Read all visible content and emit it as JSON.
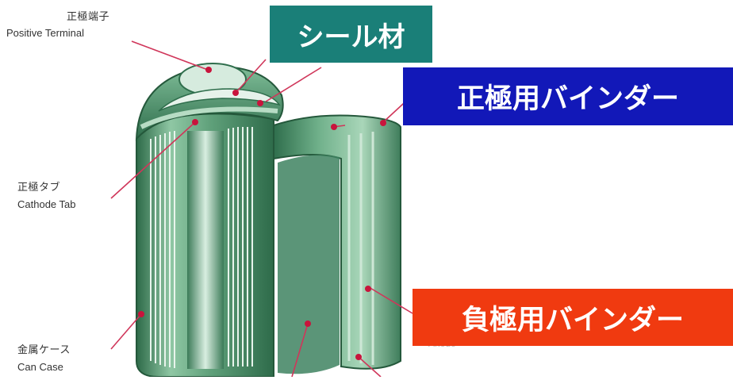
{
  "labels": {
    "positive_terminal": {
      "jp": "正極端子",
      "en": "Positive Terminal"
    },
    "cathode_tab": {
      "jp": "正極タブ",
      "en": "Cathode Tab"
    },
    "can_case": {
      "jp": "金属ケース",
      "en": "Can Case"
    },
    "anode_hidden": "Anode"
  },
  "highlight_tags": {
    "seal": {
      "text": "シール材",
      "color": "#1a7f78"
    },
    "positive_binder": {
      "text": "正極用バインダー",
      "color": "#1218b8"
    },
    "negative_binder": {
      "text": "負極用バインダー",
      "color": "#f03a10"
    }
  },
  "colors": {
    "cell_green": "#6fae8a",
    "cell_dark": "#2f6e4c",
    "leader_line": "#d0365a",
    "marker": "#c8143c"
  }
}
